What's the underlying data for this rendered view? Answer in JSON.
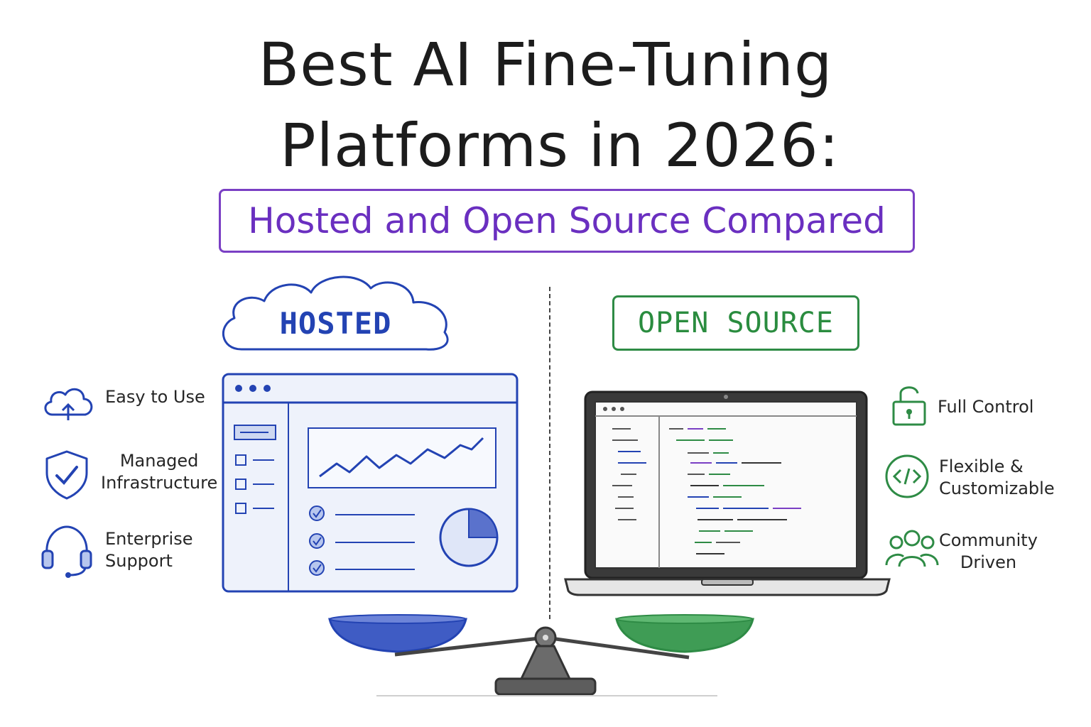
{
  "title": {
    "line1": "Best AI Fine-Tuning",
    "line2": "Platforms in 2026:"
  },
  "subtitle": "Hosted and Open Source Compared",
  "hosted": {
    "label": "HOSTED",
    "color": "#2343b3",
    "features": [
      {
        "icon": "cloud-upload-icon",
        "lines": [
          "Easy to Use"
        ]
      },
      {
        "icon": "shield-check-icon",
        "lines": [
          "Managed",
          "Infrastructure"
        ]
      },
      {
        "icon": "headset-icon",
        "lines": [
          "Enterprise",
          "Support"
        ]
      }
    ]
  },
  "open_source": {
    "label": "OPEN SOURCE",
    "color": "#2e8b45",
    "features": [
      {
        "icon": "unlock-icon",
        "lines": [
          "Full Control"
        ]
      },
      {
        "icon": "code-icon",
        "lines": [
          "Flexible &",
          "Customizable"
        ]
      },
      {
        "icon": "community-icon",
        "lines": [
          "Community",
          "Driven"
        ]
      }
    ]
  },
  "accent_color": "#7a3fc4"
}
